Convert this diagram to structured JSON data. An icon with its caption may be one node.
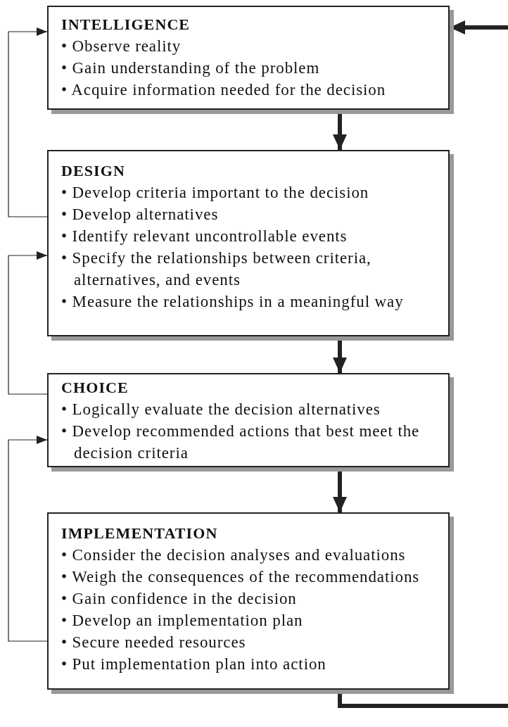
{
  "diagram": {
    "nodes": [
      {
        "text": [
          "INTELLIGENCE",
          "• Observe reality",
          "• Gain understanding of the problem",
          "• Acquire information needed for the decision"
        ]
      },
      {
        "text": [
          "DESIGN",
          "• Develop criteria important to the decision",
          "• Develop alternatives",
          "• Identify relevant uncontrollable events",
          "• Specify the relationships between criteria, alternatives, and events",
          "• Measure the relationships in a meaningful way"
        ]
      },
      {
        "text": [
          "CHOICE",
          "• Logically evaluate the decision alternatives",
          "• Develop recommended actions that best meet the decision criteria"
        ]
      },
      {
        "text": [
          "IMPLEMENTATION",
          "• Consider the decision analyses and evaluations",
          "• Weigh the consequences of the recommendations",
          "• Gain confidence in the decision",
          "• Develop an implementation plan",
          "• Secure needed resources",
          "• Put implementation plan into action"
        ]
      }
    ],
    "edges": [
      {
        "from": 0,
        "to": 1,
        "arrow": "to"
      },
      {
        "from": 1,
        "to": 2,
        "arrow": "to"
      },
      {
        "from": 2,
        "to": 3,
        "arrow": "to"
      },
      {
        "from": null,
        "to": 0,
        "arrow": "to"
      },
      {
        "from": 3,
        "to": null,
        "arrow": "none"
      },
      {
        "from": 1,
        "to": 0,
        "arrow": "to"
      },
      {
        "from": 2,
        "to": 1,
        "arrow": "to"
      },
      {
        "from": 3,
        "to": 2,
        "arrow": "to"
      }
    ]
  }
}
